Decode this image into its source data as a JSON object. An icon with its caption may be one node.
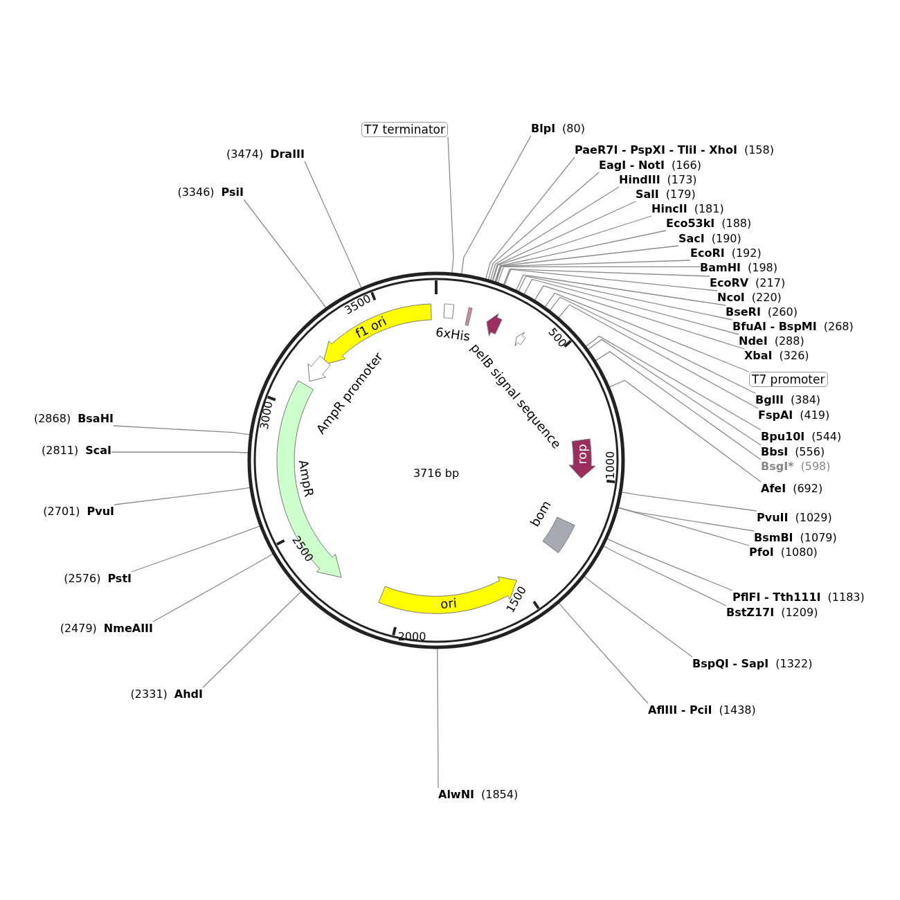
{
  "diagram": {
    "nodes": [
      {
        "text": [
          "f1 ori"
        ]
      },
      {
        "text": [
          "6xHis"
        ]
      },
      {
        "text": [],
        "shape": "bar"
      },
      {
        "text": [
          "pelB signal sequence"
        ]
      },
      {
        "text": [],
        "shape": "arrow"
      },
      {
        "text": [
          "rop"
        ]
      },
      {
        "text": [
          "bom"
        ]
      },
      {
        "text": [
          "ori"
        ]
      },
      {
        "text": [
          "AmpR"
        ]
      },
      {
        "text": [
          "AmpR promoter"
        ]
      },
      {
        "text": [
          "T7 terminator"
        ]
      },
      {
        "text": [
          "T7 promoter"
        ]
      },
      {
        "text": [
          "(3474)",
          "DraIII"
        ]
      },
      {
        "text": [
          "(3346)",
          "PsiI"
        ]
      },
      {
        "text": [
          "BlpI",
          "(80)"
        ]
      },
      {
        "text": [
          "PaeR7I - PspXI - TliI - XhoI",
          "(158)"
        ]
      },
      {
        "text": [
          "EagI - NotI",
          "(166)"
        ]
      },
      {
        "text": [
          "HindIII",
          "(173)"
        ]
      },
      {
        "text": [
          "SalI",
          "(179)"
        ]
      },
      {
        "text": [
          "HincII",
          "(181)"
        ]
      },
      {
        "text": [
          "Eco53kI",
          "(188)"
        ]
      },
      {
        "text": [
          "SacI",
          "(190)"
        ]
      },
      {
        "text": [
          "EcoRI",
          "(192)"
        ]
      },
      {
        "text": [
          "BamHI",
          "(198)"
        ]
      },
      {
        "text": [
          "EcoRV",
          "(217)"
        ]
      },
      {
        "text": [
          "NcoI",
          "(220)"
        ]
      },
      {
        "text": [
          "BseRI",
          "(260)"
        ]
      },
      {
        "text": [
          "BfuAI - BspMI",
          "(268)"
        ]
      },
      {
        "text": [
          "NdeI",
          "(288)"
        ]
      },
      {
        "text": [
          "XbaI",
          "(326)"
        ]
      },
      {
        "text": [
          "BglII",
          "(384)"
        ]
      },
      {
        "text": [
          "FspAI",
          "(419)"
        ]
      },
      {
        "text": [
          "Bpu10I",
          "(544)"
        ]
      },
      {
        "text": [
          "BbsI",
          "(556)"
        ]
      },
      {
        "text": [
          "BsgI*",
          "(598)"
        ]
      },
      {
        "text": [
          "AfeI",
          "(692)"
        ]
      },
      {
        "text": [
          "(2868)",
          "BsaHI"
        ]
      },
      {
        "text": [
          "(2811)",
          "ScaI"
        ]
      },
      {
        "text": [
          "(2701)",
          "PvuI"
        ]
      },
      {
        "text": [
          "PvuII",
          "(1029)"
        ]
      },
      {
        "text": [
          "BsmBI",
          "(1079)"
        ]
      },
      {
        "text": [
          "PfoI",
          "(1080)"
        ]
      },
      {
        "text": [
          "(2576)",
          "PstI"
        ]
      },
      {
        "text": [
          "PflFI - Tth111I",
          "(1183)"
        ]
      },
      {
        "text": [
          "BstZ17I",
          "(1209)"
        ]
      },
      {
        "text": [
          "(2479)",
          "NmeAIII"
        ]
      },
      {
        "text": [
          "BspQI - SapI",
          "(1322)"
        ]
      },
      {
        "text": [
          "(2331)",
          "AhdI"
        ]
      },
      {
        "text": [
          "AflIII - PciI",
          "(1438)"
        ]
      },
      {
        "text": [
          "AlwNI",
          "(1854)"
        ]
      }
    ],
    "edges": [
      {
        "from": 10,
        "to": null,
        "arrow": "none"
      },
      {
        "from": 11,
        "to": null,
        "arrow": "none"
      },
      {
        "from": 12,
        "to": null,
        "arrow": "none"
      },
      {
        "from": 13,
        "to": null,
        "arrow": "none"
      },
      {
        "from": 14,
        "to": null,
        "arrow": "none"
      },
      {
        "from": 15,
        "to": null,
        "arrow": "none"
      },
      {
        "from": 16,
        "to": null,
        "arrow": "none"
      },
      {
        "from": 17,
        "to": null,
        "arrow": "none"
      },
      {
        "from": 18,
        "to": null,
        "arrow": "none"
      },
      {
        "from": 19,
        "to": null,
        "arrow": "none"
      },
      {
        "from": 20,
        "to": null,
        "arrow": "none"
      },
      {
        "from": 21,
        "to": null,
        "arrow": "none"
      },
      {
        "from": 22,
        "to": null,
        "arrow": "none"
      },
      {
        "from": 23,
        "to": null,
        "arrow": "none"
      },
      {
        "from": 24,
        "to": null,
        "arrow": "none"
      },
      {
        "from": 25,
        "to": null,
        "arrow": "none"
      },
      {
        "from": 26,
        "to": null,
        "arrow": "none"
      },
      {
        "from": 27,
        "to": null,
        "arrow": "none"
      },
      {
        "from": 28,
        "to": null,
        "arrow": "none"
      },
      {
        "from": 29,
        "to": null,
        "arrow": "none"
      },
      {
        "from": 30,
        "to": null,
        "arrow": "none"
      },
      {
        "from": 31,
        "to": null,
        "arrow": "none"
      },
      {
        "from": 32,
        "to": null,
        "arrow": "none"
      },
      {
        "from": 33,
        "to": null,
        "arrow": "none"
      },
      {
        "from": 34,
        "to": null,
        "arrow": "none"
      },
      {
        "from": 35,
        "to": null,
        "arrow": "none"
      },
      {
        "from": 36,
        "to": null,
        "arrow": "none"
      },
      {
        "from": 37,
        "to": null,
        "arrow": "none"
      },
      {
        "from": 38,
        "to": null,
        "arrow": "none"
      },
      {
        "from": 39,
        "to": null,
        "arrow": "none"
      },
      {
        "from": 40,
        "to": null,
        "arrow": "none"
      },
      {
        "from": 41,
        "to": null,
        "arrow": "none"
      },
      {
        "from": 42,
        "to": null,
        "arrow": "none"
      },
      {
        "from": 43,
        "to": null,
        "arrow": "none"
      },
      {
        "from": 44,
        "to": null,
        "arrow": "none"
      },
      {
        "from": 45,
        "to": null,
        "arrow": "none"
      },
      {
        "from": 46,
        "to": null,
        "arrow": "none"
      },
      {
        "from": 47,
        "to": null,
        "arrow": "none"
      },
      {
        "from": 48,
        "to": null,
        "arrow": "none"
      },
      {
        "from": 49,
        "to": null,
        "arrow": "none"
      }
    ],
    "labels": [
      "3500",
      "500",
      "3000",
      "3716 bp",
      "1000",
      "2500",
      "1500",
      "2000"
    ]
  }
}
